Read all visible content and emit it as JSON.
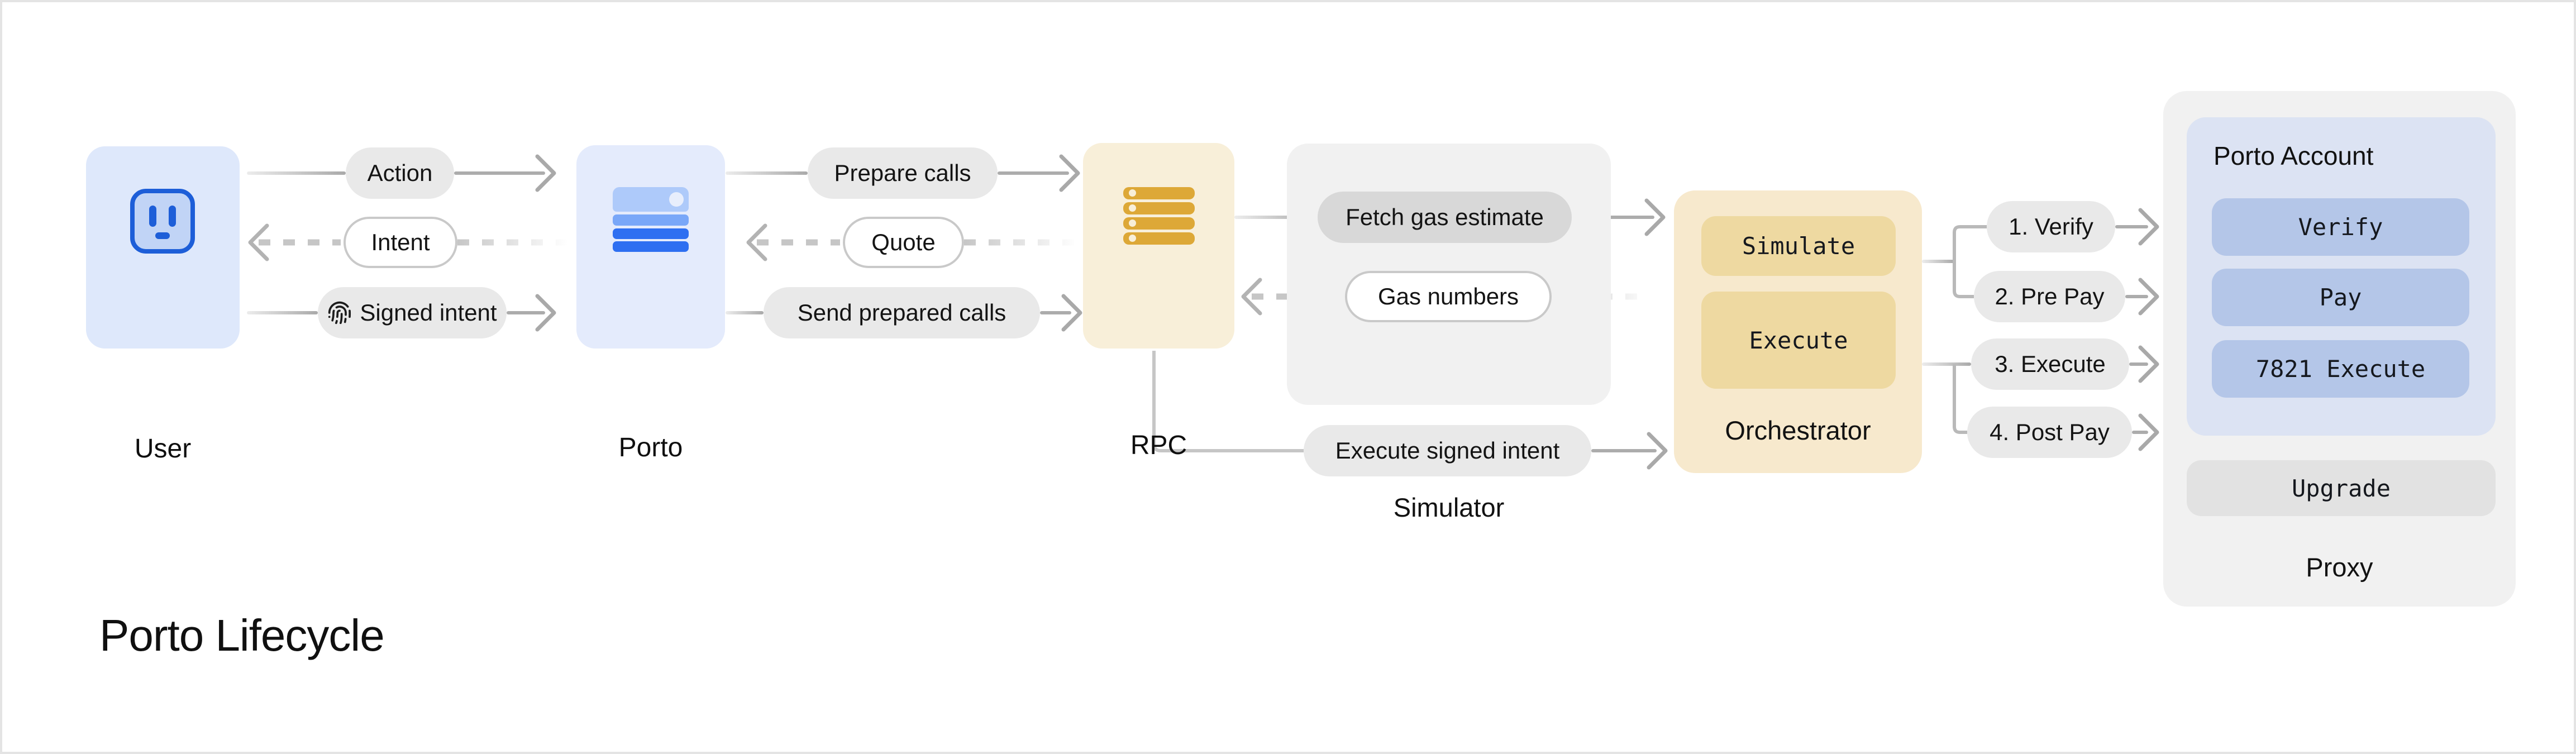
{
  "title": "Porto Lifecycle",
  "nodes": {
    "user": {
      "label": "User"
    },
    "porto": {
      "label": "Porto"
    },
    "rpc": {
      "label": "RPC"
    }
  },
  "panels": {
    "simulator": {
      "label": "Simulator"
    },
    "orchestrator": {
      "label": "Orchestrator",
      "boxes": [
        "Simulate",
        "Execute"
      ]
    },
    "proxy": {
      "label": "Proxy",
      "account": {
        "title": "Porto Account",
        "boxes": [
          "Verify",
          "Pay",
          "7821 Execute"
        ]
      },
      "upgrade_label": "Upgrade"
    }
  },
  "edges": {
    "action": "Action",
    "intent": "Intent",
    "signed_intent": "Signed intent",
    "prepare_calls": "Prepare calls",
    "quote": "Quote",
    "send_prepared_calls": "Send prepared calls",
    "fetch_gas_estimate": "Fetch gas estimate",
    "gas_numbers": "Gas numbers",
    "execute_signed_intent": "Execute signed intent",
    "steps": [
      "1. Verify",
      "2. Pre Pay",
      "3. Execute",
      "4. Post Pay"
    ]
  },
  "colors": {
    "blue_accent": "#2e6ff1",
    "blue_icon_stroke": "#1d5ed8",
    "gold_accent": "#dda837",
    "card_blue": "#dee8fb",
    "card_cream": "#f8efd9",
    "panel_gray": "#f1f1f1",
    "panel_cream": "#f7e9cd",
    "tan_box": "#eed9a1",
    "account_panel": "#dce3f3",
    "account_box": "#b4c6e8",
    "pill_gray": "#e9e9e9",
    "arrow_gray": "#ababab"
  }
}
